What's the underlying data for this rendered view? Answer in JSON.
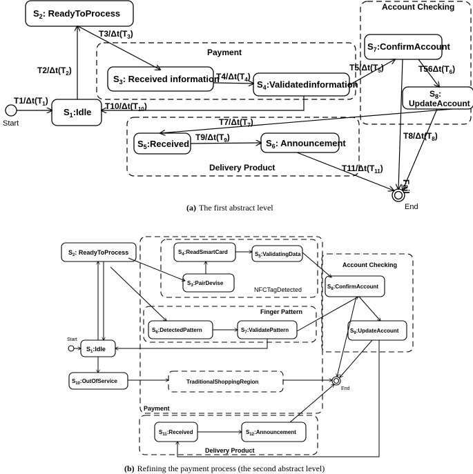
{
  "part_a": {
    "caption_letter": "(a)",
    "caption": "The first abstract level",
    "start_label": "Start",
    "end_label": "End",
    "regions": {
      "payment": "Payment",
      "account_checking": "Account Checking",
      "delivery": "Delivery Product"
    },
    "states": {
      "s1": {
        "id": "S",
        "sub": "1",
        "name": ":Idle"
      },
      "s2": {
        "id": "S",
        "sub": "2",
        "name": ": ReadyToProcess"
      },
      "s3": {
        "id": "S",
        "sub": "3",
        "name": ": Received information"
      },
      "s4": {
        "id": "S",
        "sub": "4",
        "name": ":Validatedinformation"
      },
      "s5": {
        "id": "S",
        "sub": "5",
        "name": ":Received"
      },
      "s6": {
        "id": "S",
        "sub": "6",
        "name": ": Announcement"
      },
      "s7": {
        "id": "S",
        "sub": "7",
        "name": ":ConfirmAccount"
      },
      "s8": {
        "id": "S",
        "sub": "8",
        "name": ":",
        "line2": "UpdateAccount"
      }
    },
    "transitions": {
      "t1": {
        "label": "T1/Δt(T",
        "sub": "1",
        "close": ")"
      },
      "t2": {
        "label": "T2/Δt(T",
        "sub": "2",
        "close": ")"
      },
      "t3": {
        "label": "T3/Δt(T",
        "sub": "3",
        "close": ")"
      },
      "t4": {
        "label": "T4/Δt(T",
        "sub": "4",
        "close": ")"
      },
      "t5": {
        "label": "T5/Δt(T",
        "sub": "5",
        "close": ")"
      },
      "t56": {
        "label": "T56Δt(T",
        "sub": "6",
        "close": ")"
      },
      "t7": {
        "label": "T7/Δt(T",
        "sub": "7",
        "close": ")"
      },
      "t8": {
        "label": "T8/Δt(T",
        "sub": "8",
        "close": ")"
      },
      "t9": {
        "label": "T9/Δt(T",
        "sub": "9",
        "close": ")"
      },
      "t10": {
        "label": "T10/Δt(T",
        "sub": "10",
        "close": ")"
      },
      "t11": {
        "label": "T11/Δt(T",
        "sub": "11",
        "close": ")"
      }
    },
    "fail_label": "Fail"
  },
  "part_b": {
    "caption_letter": "(b)",
    "caption": "Refining the payment process (the second abstract level)",
    "start_label": "Start",
    "end_label": "End",
    "regions": {
      "payment": "Payment",
      "nfc": "NFCTagDetected",
      "finger": "Finger Pattern",
      "account_checking": "Account Checking",
      "delivery": "Delivery Product"
    },
    "states": {
      "s1": {
        "id": "S",
        "sub": "1",
        "name": ":Idle"
      },
      "s2": {
        "id": "S",
        "sub": "2",
        "name": ": ReadyToProcess"
      },
      "s3": {
        "id": "S",
        "sub": "3",
        "name": ":PairDevise"
      },
      "s4": {
        "id": "S",
        "sub": "4",
        "name": ":ReadSmartCard"
      },
      "s5": {
        "id": "S",
        "sub": "5",
        "name": ":ValidatingData"
      },
      "s6": {
        "id": "S",
        "sub": "6",
        "name": ":DetectedPattern"
      },
      "s7": {
        "id": "S",
        "sub": "7",
        "name": ":ValidatePattern"
      },
      "s8": {
        "id": "S",
        "sub": "8",
        "name": ":ConfirmAccount"
      },
      "s9": {
        "id": "S",
        "sub": "9",
        "name": ":UpdateAccount"
      },
      "s10": {
        "id": "S",
        "sub": "10",
        "name": ":OutOfService"
      },
      "s11": {
        "id": "S",
        "sub": "11",
        "name": ":Received"
      },
      "s12": {
        "id": "S",
        "sub": "12",
        "name": ":Announcement"
      },
      "tsr": {
        "name": "TraditionalShoppingRegion"
      }
    }
  }
}
